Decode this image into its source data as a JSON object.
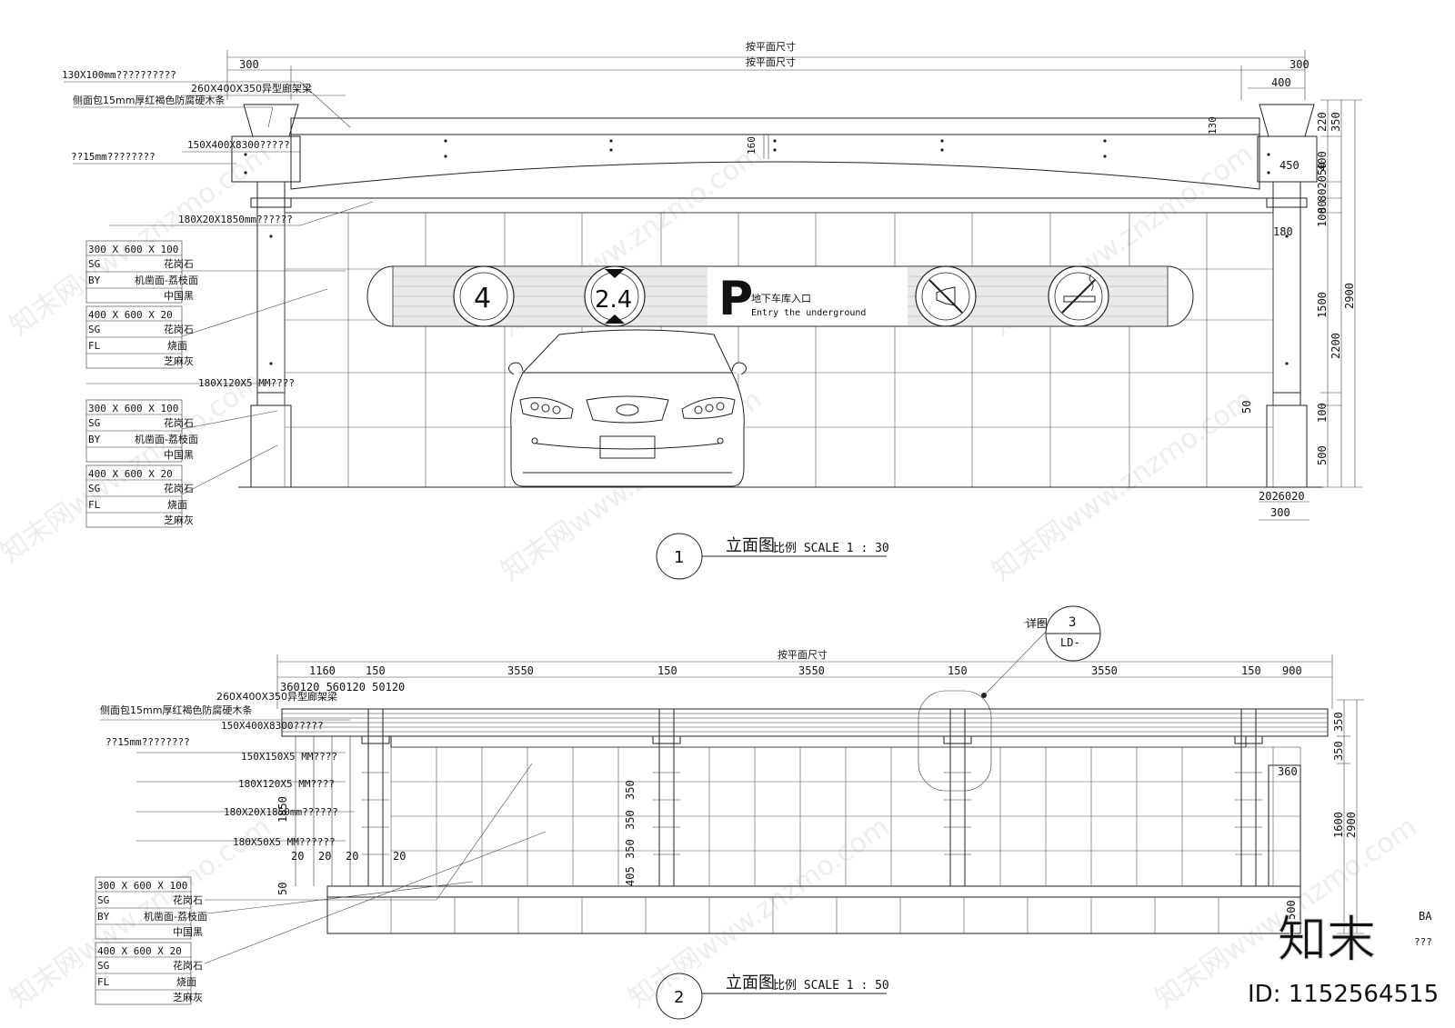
{
  "sheet": {
    "watermark_text": "知末网www.znzmo.com",
    "logo_text": "知末",
    "id_text": "ID: 1152564515",
    "partial_text_1": "BA",
    "partial_text_2": "???"
  },
  "elevation1": {
    "title": "立面图",
    "scale_text": "比例 SCALE 1 : 30",
    "circle_number": "1",
    "dims": {
      "top_1": "按平面尺寸",
      "top_2": "按平面尺寸",
      "left_300": "300",
      "right_300": "300",
      "d400": "400",
      "d450": "450",
      "d180": "180",
      "d130": "130",
      "d160": "160",
      "bottom_2026020": "2026020",
      "bottom_300": "300",
      "v220": "220",
      "v350": "350",
      "v400": "400",
      "v80_2050": "802050",
      "v80": "80",
      "v100": "100",
      "v2900": "2900",
      "v1500": "1500",
      "v2200": "2200",
      "v50": "50",
      "v100b": "100",
      "v500": "500"
    },
    "callouts": [
      "130X100mm??????????",
      "260X400X350异型廊架梁",
      "侧面包15mm厚红褐色防腐硬木条",
      "150X400X8300?????",
      "??15mm????????",
      "180X20X1850mm??????",
      "180X120X5 MM????"
    ],
    "material_tables": [
      {
        "spec": "300 X 600 X 100",
        "rows": [
          {
            "code": "SG",
            "name": "花岗石"
          },
          {
            "code": "BY",
            "name": "机凿面-荔枝面"
          },
          {
            "code": "",
            "name": "中国黑"
          }
        ]
      },
      {
        "spec": "400 X 600 X 20",
        "rows": [
          {
            "code": "SG",
            "name": "花岗石"
          },
          {
            "code": "FL",
            "name": "烧面"
          },
          {
            "code": "",
            "name": "芝麻灰"
          }
        ]
      },
      {
        "spec": "300 X 600 X 100",
        "rows": [
          {
            "code": "SG",
            "name": "花岗石"
          },
          {
            "code": "BY",
            "name": "机凿面-荔枝面"
          },
          {
            "code": "",
            "name": "中国黑"
          }
        ]
      },
      {
        "spec": "400 X 600 X 20",
        "rows": [
          {
            "code": "SG",
            "name": "花岗石"
          },
          {
            "code": "FL",
            "name": "烧面"
          },
          {
            "code": "",
            "name": "芝麻灰"
          }
        ]
      }
    ],
    "sign": {
      "speed_number": "4",
      "height_limit": "2.4",
      "p_letter": "P",
      "cn_label": "地下车库入口",
      "en_label": "Entry the underground"
    }
  },
  "elevation2": {
    "title": "立面图",
    "scale_text": "比例 SCALE 1 : 50",
    "circle_number": "2",
    "detail_label": "详图",
    "detail_number": "3",
    "detail_sheet": "LD-",
    "dims": {
      "top": "按平面尺寸",
      "d1160": "1160",
      "d150a": "150",
      "d3550a": "3550",
      "d150b": "150",
      "d3550b": "3550",
      "d150c": "150",
      "d3550c": "3550",
      "d150d": "150",
      "d900": "900",
      "sub_dims": "360120 560120 50120",
      "d360": "360",
      "v350a": "350",
      "v350b": "350",
      "v1600": "1600",
      "v2900": "2900",
      "v1850": "1850",
      "v50": "50",
      "v350c": "350",
      "v350d": "350",
      "v350e": "350",
      "v405": "405",
      "b20a": "20",
      "b20b": "20",
      "b20c": "20",
      "b20d": "20",
      "v500": "500"
    },
    "callouts": [
      "260X400X350异型廊架梁",
      "侧面包15mm厚红褐色防腐硬木条",
      "150X400X8300?????",
      "??15mm????????",
      "150X150X5 MM????",
      "180X120X5 MM????",
      "180X20X1850mm??????",
      "180X50X5 MM??????"
    ],
    "material_tables": [
      {
        "spec": "300 X 600 X 100",
        "rows": [
          {
            "code": "SG",
            "name": "花岗石"
          },
          {
            "code": "BY",
            "name": "机凿面-荔枝面"
          },
          {
            "code": "",
            "name": "中国黑"
          }
        ]
      },
      {
        "spec": "400 X 600 X 20",
        "rows": [
          {
            "code": "SG",
            "name": "花岗石"
          },
          {
            "code": "FL",
            "name": "烧面"
          },
          {
            "code": "",
            "name": "芝麻灰"
          }
        ]
      }
    ]
  }
}
